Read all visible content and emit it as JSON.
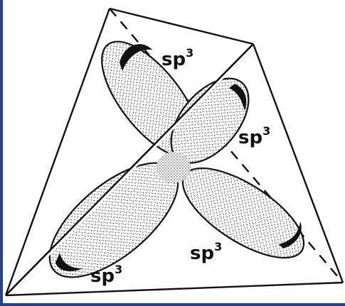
{
  "diagram": {
    "labels": [
      {
        "id": "top",
        "base": "sp",
        "sup": "3"
      },
      {
        "id": "right",
        "base": "sp",
        "sup": "3"
      },
      {
        "id": "bottom-right",
        "base": "sp",
        "sup": "3"
      },
      {
        "id": "bottom-left",
        "base": "sp",
        "sup": "3"
      }
    ],
    "colors": {
      "ink": "#111111",
      "frame_blue": "#1f3f9a",
      "paper": "#ffffff"
    }
  }
}
